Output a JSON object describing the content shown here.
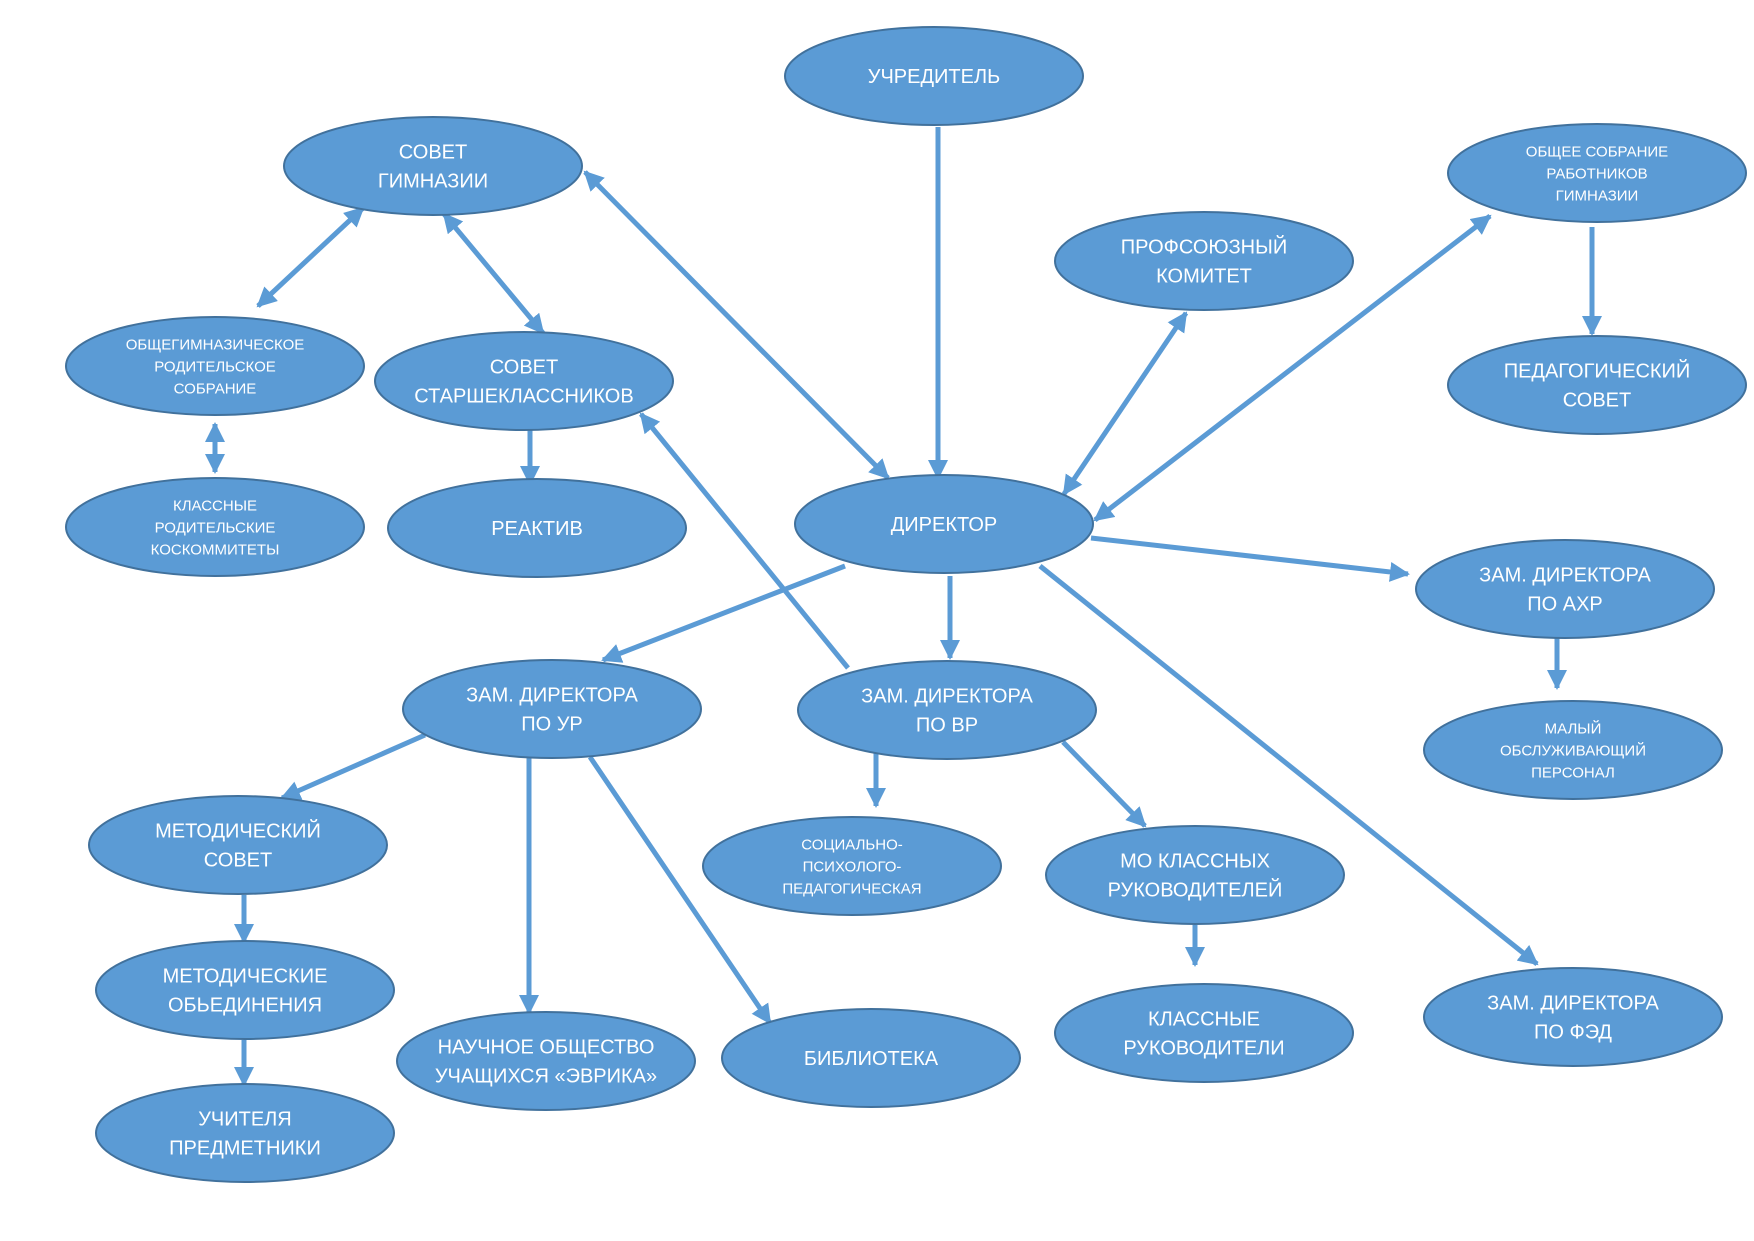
{
  "diagram": {
    "colors": {
      "node_fill": "#5b9bd5",
      "node_stroke": "#41719c",
      "edge": "#5b9bd5",
      "text": "#ffffff"
    },
    "nodes": [
      {
        "id": "founder",
        "lines": [
          "УЧРЕДИТЕЛЬ"
        ]
      },
      {
        "id": "gymnasium-council",
        "lines": [
          "СОВЕТ",
          "ГИМНАЗИИ"
        ]
      },
      {
        "id": "general-meeting",
        "lines": [
          "ОБЩЕЕ СОБРАНИЕ",
          "РАБОТНИКОВ",
          "ГИМНАЗИИ"
        ]
      },
      {
        "id": "trade-union",
        "lines": [
          "ПРОФСОЮЗНЫЙ",
          "КОМИТЕТ"
        ]
      },
      {
        "id": "parents-meeting",
        "lines": [
          "ОБЩЕГИМНАЗИЧЕСКОЕ",
          "РОДИТЕЛЬСКОЕ",
          "СОБРАНИЕ"
        ]
      },
      {
        "id": "senior-council",
        "lines": [
          "СОВЕТ",
          "СТАРШЕКЛАССНИКОВ"
        ]
      },
      {
        "id": "pedagogical-council",
        "lines": [
          "ПЕДАГОГИЧЕСКИЙ",
          "СОВЕТ"
        ]
      },
      {
        "id": "class-parent-committees",
        "lines": [
          "КЛАССНЫЕ",
          "РОДИТЕЛЬСКИЕ",
          "КОСКОММИТЕТЫ"
        ]
      },
      {
        "id": "reaktiv",
        "lines": [
          "РЕАКТИВ"
        ]
      },
      {
        "id": "director",
        "lines": [
          "ДИРЕКТОР"
        ]
      },
      {
        "id": "deputy-ahr",
        "lines": [
          "ЗАМ. ДИРЕКТОРА",
          "ПО АХР"
        ]
      },
      {
        "id": "deputy-ur",
        "lines": [
          "ЗАМ. ДИРЕКТОРА",
          "ПО УР"
        ]
      },
      {
        "id": "deputy-vr",
        "lines": [
          "ЗАМ. ДИРЕКТОРА",
          "ПО ВР"
        ]
      },
      {
        "id": "service-staff",
        "lines": [
          "МАЛЫЙ",
          "ОБСЛУЖИВАЮЩИЙ",
          "ПЕРСОНАЛ"
        ]
      },
      {
        "id": "methodical-council",
        "lines": [
          "МЕТОДИЧЕСКИЙ",
          "СОВЕТ"
        ]
      },
      {
        "id": "socio-psych",
        "lines": [
          "СОЦИАЛЬНО-",
          "ПСИХОЛОГО-",
          "ПЕДАГОГИЧЕСКАЯ"
        ]
      },
      {
        "id": "mo-class-leaders",
        "lines": [
          "МО КЛАССНЫХ",
          "РУКОВОДИТЕЛЕЙ"
        ]
      },
      {
        "id": "methodical-associations",
        "lines": [
          "МЕТОДИЧЕСКИЕ",
          "ОБЬЕДИНЕНИЯ"
        ]
      },
      {
        "id": "class-leaders",
        "lines": [
          "КЛАССНЫЕ",
          "РУКОВОДИТЕЛИ"
        ]
      },
      {
        "id": "deputy-fed",
        "lines": [
          "ЗАМ. ДИРЕКТОРА",
          "ПО ФЭД"
        ]
      },
      {
        "id": "student-society",
        "lines": [
          "НАУЧНОЕ ОБЩЕСТВО",
          "УЧАЩИХСЯ «ЭВРИКА»"
        ]
      },
      {
        "id": "library",
        "lines": [
          "БИБЛИОТЕКА"
        ]
      },
      {
        "id": "subject-teachers",
        "lines": [
          "УЧИТЕЛЯ",
          "ПРЕДМЕТНИКИ"
        ]
      }
    ],
    "edges": [
      {
        "from": "founder",
        "to": "director",
        "dir": "forward"
      },
      {
        "from": "gymnasium-council",
        "to": "director",
        "dir": "both"
      },
      {
        "from": "gymnasium-council",
        "to": "parents-meeting",
        "dir": "both"
      },
      {
        "from": "gymnasium-council",
        "to": "senior-council",
        "dir": "both"
      },
      {
        "from": "parents-meeting",
        "to": "class-parent-committees",
        "dir": "both"
      },
      {
        "from": "senior-council",
        "to": "reaktiv",
        "dir": "forward"
      },
      {
        "from": "deputy-vr",
        "to": "senior-council",
        "dir": "forward"
      },
      {
        "from": "trade-union",
        "to": "director",
        "dir": "both"
      },
      {
        "from": "general-meeting",
        "to": "director",
        "dir": "both"
      },
      {
        "from": "general-meeting",
        "to": "pedagogical-council",
        "dir": "forward"
      },
      {
        "from": "director",
        "to": "deputy-ahr",
        "dir": "forward"
      },
      {
        "from": "deputy-ahr",
        "to": "service-staff",
        "dir": "forward"
      },
      {
        "from": "director",
        "to": "deputy-ur",
        "dir": "forward"
      },
      {
        "from": "director",
        "to": "deputy-vr",
        "dir": "forward"
      },
      {
        "from": "director",
        "to": "deputy-fed",
        "dir": "forward"
      },
      {
        "from": "deputy-ur",
        "to": "methodical-council",
        "dir": "forward"
      },
      {
        "from": "deputy-ur",
        "to": "student-society",
        "dir": "forward"
      },
      {
        "from": "deputy-ur",
        "to": "library",
        "dir": "forward"
      },
      {
        "from": "methodical-council",
        "to": "methodical-associations",
        "dir": "forward"
      },
      {
        "from": "methodical-associations",
        "to": "subject-teachers",
        "dir": "forward"
      },
      {
        "from": "deputy-vr",
        "to": "socio-psych",
        "dir": "forward"
      },
      {
        "from": "deputy-vr",
        "to": "mo-class-leaders",
        "dir": "forward"
      },
      {
        "from": "mo-class-leaders",
        "to": "class-leaders",
        "dir": "forward"
      }
    ]
  }
}
